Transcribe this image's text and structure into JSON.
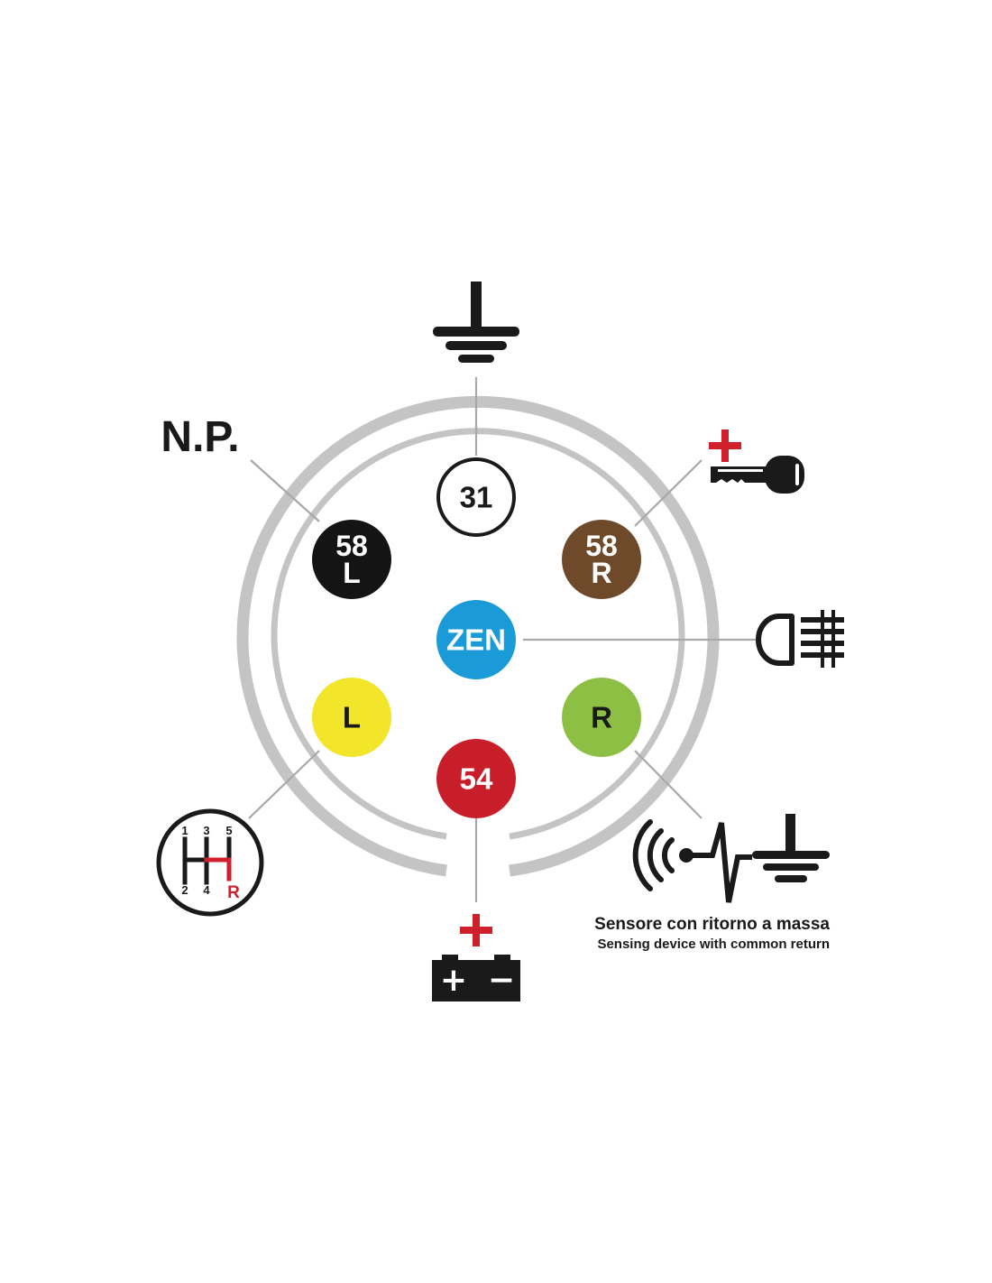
{
  "colors": {
    "ring": "#c4c4c4",
    "leader": "#a8a8a8",
    "icon": "#1a1a1a",
    "plus_red": "#d0202c"
  },
  "pins": [
    {
      "id": "31",
      "lines": [
        "31"
      ],
      "fill": "#ffffff",
      "text_color": "#1a1a1a",
      "outline": "#1a1a1a"
    },
    {
      "id": "58L",
      "lines": [
        "58",
        "L"
      ],
      "fill": "#141414",
      "text_color": "#ffffff",
      "outline": ""
    },
    {
      "id": "58R",
      "lines": [
        "58",
        "R"
      ],
      "fill": "#6e4a2a",
      "text_color": "#ffffff",
      "outline": ""
    },
    {
      "id": "ZEN",
      "lines": [
        "ZEN"
      ],
      "fill": "#1a9bd8",
      "text_color": "#ffffff",
      "outline": ""
    },
    {
      "id": "L",
      "lines": [
        "L"
      ],
      "fill": "#f2e52a",
      "text_color": "#1a1a1a",
      "outline": ""
    },
    {
      "id": "R",
      "lines": [
        "R"
      ],
      "fill": "#8ebf45",
      "text_color": "#1a1a1a",
      "outline": ""
    },
    {
      "id": "54",
      "lines": [
        "54"
      ],
      "fill": "#c81e2a",
      "text_color": "#ffffff",
      "outline": ""
    }
  ],
  "labels": {
    "np": "N.P."
  },
  "gear_shift": {
    "top": [
      "1",
      "3",
      "5"
    ],
    "bottom": [
      "2",
      "4"
    ],
    "reverse": "R"
  },
  "battery": {
    "plus": "+",
    "minus": "−"
  },
  "sensor_caption": {
    "italian": "Sensore con ritorno a massa",
    "english": "Sensing device with common return"
  }
}
